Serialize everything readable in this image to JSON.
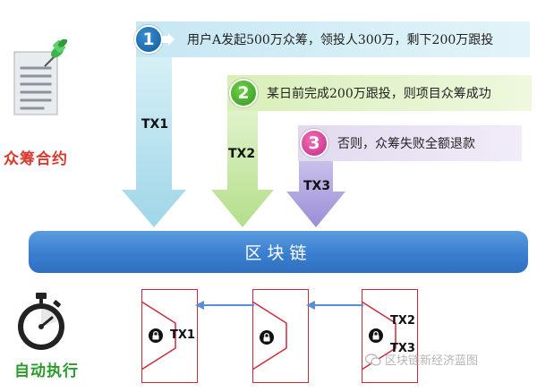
{
  "contract": {
    "label": "众筹合约",
    "icon": "pinned-document-icon"
  },
  "steps": [
    {
      "number": "1",
      "text": "用户A发起500万众筹，领投人300万，剩下200万跟投",
      "color": "#1f6db3"
    },
    {
      "number": "2",
      "text": "某日前完成200万跟投，则项目众筹成功",
      "color": "#3aa425"
    },
    {
      "number": "3",
      "text": "否则，众筹失败全额退款",
      "color": "#d63a95"
    }
  ],
  "transactions": [
    {
      "label": "TX1",
      "arrow_color": "#b8e2ee"
    },
    {
      "label": "TX2",
      "arrow_color": "#c9e8a8"
    },
    {
      "label": "TX3",
      "arrow_color": "#b3a8dd"
    }
  ],
  "blockchain": {
    "label": "区块链",
    "color": "#3a7fcf"
  },
  "auto_exec": {
    "label": "自动执行",
    "icon": "stopwatch-icon"
  },
  "blocks": [
    {
      "txs": [
        "TX1"
      ]
    },
    {
      "txs": []
    },
    {
      "txs": [
        "TX2",
        "TX3"
      ]
    }
  ],
  "watermark": {
    "text": "区块链新经济蓝图",
    "icon": "wechat-icon"
  }
}
